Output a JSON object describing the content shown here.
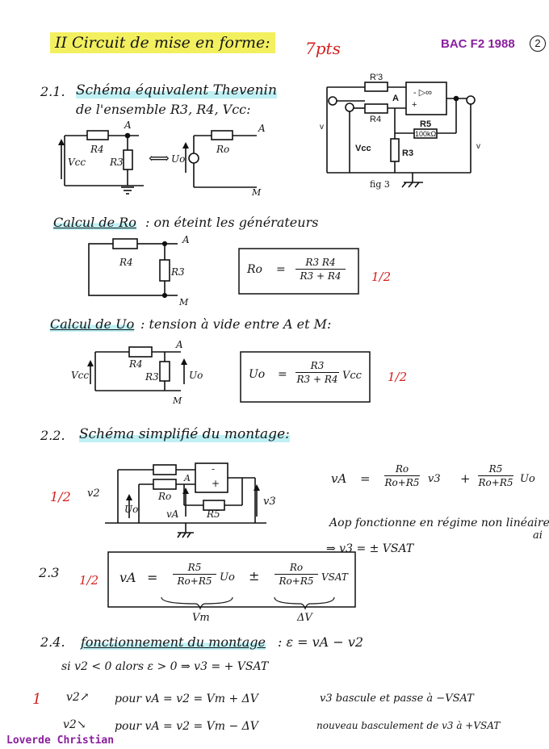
{
  "header": {
    "title": "II Circuit de mise en forme:",
    "points": "7pts",
    "exam": "BAC F2 1988",
    "page": "2"
  },
  "s21": {
    "number": "2.1.",
    "heading": "Schéma équivalent Thevenin",
    "sub": "de l'ensemble R3, R4, Vcc:",
    "labels": {
      "A": "A",
      "M": "M",
      "R4": "R4",
      "R3": "R3",
      "Vcc": "Vcc",
      "Uo": "Uo",
      "Ro": "Ro",
      "arrow": "⟺"
    }
  },
  "fig3": {
    "caption": "fig 3",
    "R3p": "R'3",
    "A": "A",
    "R4": "R4",
    "R5": "R5",
    "R5val": "100kΩ",
    "R3": "R3",
    "Vcc": "Vcc",
    "opamp": "- ▷∞",
    "plus": "+",
    "v1": "v",
    "v2": "v"
  },
  "calc_ro": {
    "heading": "Calcul de Ro",
    "text": ": on éteint les générateurs",
    "A": "A",
    "M": "M",
    "R4": "R4",
    "R3": "R3",
    "formula_lhs": "Ro",
    "eq": "=",
    "num": "R3 R4",
    "den": "R3 + R4",
    "score": "1/2"
  },
  "calc_uo": {
    "heading": "Calcul de Uo",
    "text": ": tension à vide entre A et M:",
    "A": "A",
    "M": "M",
    "R4": "R4",
    "R3": "R3",
    "Vcc": "Vcc",
    "Uo": "Uo",
    "formula_lhs": "Uo",
    "eq": "=",
    "num": "R3",
    "den": "R3 + R4",
    "factor": "Vcc",
    "score": "1/2"
  },
  "s22": {
    "number": "2.2.",
    "heading": "Schéma simplifié du montage:",
    "score": "1/2",
    "labels": {
      "v2": "v2",
      "Uo": "Uo",
      "Ro": "Ro",
      "vA": "vA",
      "R5": "R5",
      "v3": "v3",
      "A": "A",
      "minus": "-",
      "plus": "+"
    },
    "eq_lhs": "vA",
    "eq": "=",
    "frac1_num": "Ro",
    "frac1_den": "Ro+R5",
    "var1": "v3",
    "plus": "+",
    "frac2_num": "R5",
    "frac2_den": "Ro+R5",
    "var2": "Uo",
    "note": "Aop fonctionne en régime non linéaire",
    "note_overflow": "ai",
    "result": "⇒ v3 = ± VSAT"
  },
  "s23": {
    "number": "2.3",
    "score": "1/2",
    "lhs": "vA",
    "eq": "=",
    "frac1_num": "R5",
    "frac1_den": "Ro+R5",
    "var1": "Uo",
    "pm": "±",
    "frac2_num": "Ro",
    "frac2_den": "Ro+R5",
    "var2": "VSAT",
    "brace1": "Vm",
    "brace2": "ΔV"
  },
  "s24": {
    "number": "2.4.",
    "heading": "fonctionnement du montage",
    "eq": ": ε = vA − v2",
    "line1": "si v2 < 0 alors ε > 0 ⇒ v3 = + VSAT",
    "score": "1",
    "line2_a": "v2↗",
    "line2_b": "pour vA = v2 = Vm + ΔV",
    "line2_c": "v3 bascule et passe à −VSAT",
    "line3_a": "v2↘",
    "line3_b": "pour vA = v2 = Vm − ΔV",
    "line3_c": "nouveau basculement de v3 à +VSAT"
  },
  "footer": {
    "author": "Loverde Christian"
  }
}
